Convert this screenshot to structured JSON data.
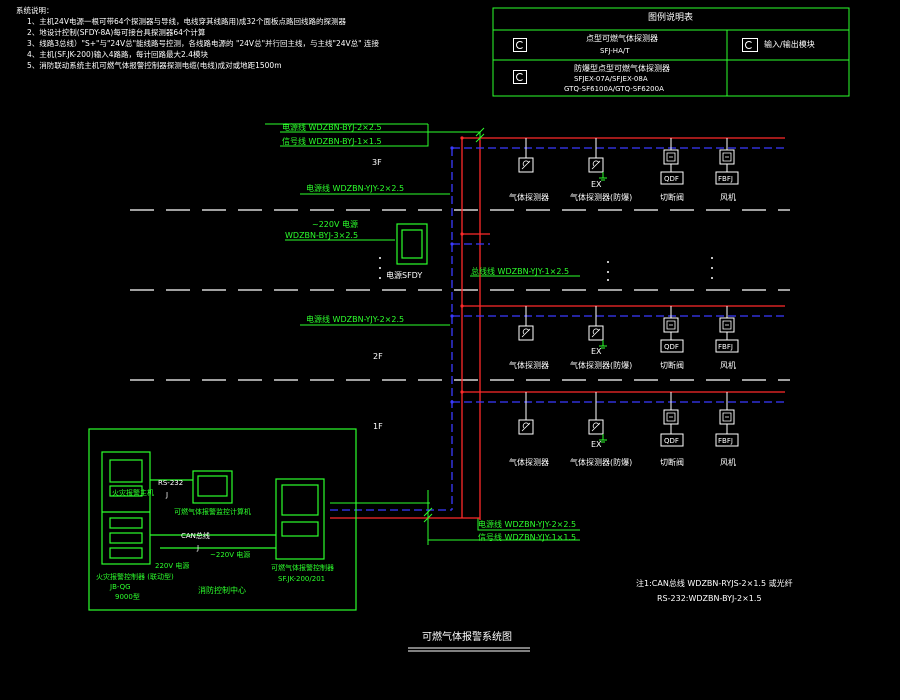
{
  "notes": {
    "title": "系统说明：",
    "lines": [
      "1、主机24V电源一根可带64个探测器与导线，电线穿其线路用)成32个面板点路回线路的探测器",
      "2、地设计控制(SFDY-8A)每可接台具探测器64个计算",
      "3、线路3总线）\"S+\"与\"24V总\"能线路号控测，各线路电源的 \"24V总\"并行回主线，与主线\"24V总\" 连接",
      "4、主机(SF.JK-200)输入4路路，每计回路最大2.4模块",
      "5、消防联动系统主机可燃气体报警控制器探测电缆(电线)成对或地距1500m"
    ]
  },
  "legend": {
    "title": "图例说明表",
    "row1_name": "点型可燃气体探测器",
    "row1_model": "SFJ-HA/T",
    "row1_right": "输入/输出模块",
    "row2_name": "防爆型点型可燃气体探测器",
    "row2_model1": "SFJEX-07A/SFJEX-08A",
    "row2_model2": "GTQ-SF6100A/GTQ-SF6200A"
  },
  "cables": {
    "power_top": "电源线 WDZBN-BYJ-2×2.5",
    "signal_top": "信号线 WDZBN-BYJ-1×1.5",
    "power_3f": "电源线 WDZBN-YJY-2×2.5",
    "ac220": "~220V 电源",
    "ac220_cable": "WDZBN-BYJ-3×2.5",
    "signal_bus": "总线线 WDZBN-YJY-1×2.5",
    "power_2f": "电源线 WDZBN-YJY-2×2.5",
    "power_bottom": "电源线 WDZBN-YJY-2×2.5",
    "signal_bottom": "信号线 WDZBN-YJY-1×1.5"
  },
  "floors": {
    "f3": "3F",
    "f2": "2F",
    "f1": "1F"
  },
  "devices": {
    "gas_detector": "气体探测器",
    "ex_detector": "气体探测器(防爆)",
    "ex_mark": "EX",
    "valve": "切断阀",
    "fan": "风机",
    "qdf": "QDF",
    "fbfj": "FBFJ",
    "power_supply": "电源SFDY",
    "cabinet": "火灾报警控制器 (联动型)",
    "cabinet_model": "JB-QG",
    "cabinet_model2": "9000型",
    "rs232": "RS-232",
    "rs232_j": "J",
    "monitor_pc": "可燃气体报警监控计算机",
    "can_bus": "CAN总线",
    "can_j": "J",
    "ac220_control": "~220V 电源",
    "ac220_cab": "220V 电源",
    "gas_controller": "可燃气体报警控制器",
    "gas_controller_model": "SF.JK-200/201",
    "control_center": "消防控制中心",
    "fire_panel_label": "火灾报警主机"
  },
  "bus_notes": {
    "line1": "注1:CAN总线   WDZBN-RYJS-2×1.5  或光纤",
    "line2": "RS-232:WDZBN-BYJ-2×1.5"
  },
  "drawing_title": "可燃气体报警系统图",
  "colors": {
    "bg": "#000000",
    "green": "#2cff2c",
    "white": "#ffffff",
    "red": "#ff2a2a",
    "blue": "#3a3aff"
  }
}
